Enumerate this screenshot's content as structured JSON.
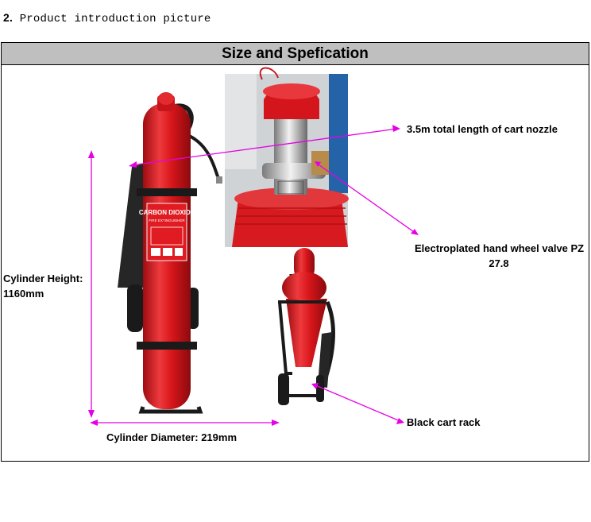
{
  "intro": {
    "number": "2.",
    "text": "Product introduction picture"
  },
  "section": {
    "title": "Size and Spefication"
  },
  "labels": {
    "nozzle": "3.5m total length of cart nozzle",
    "valve_line1": "Electroplated hand wheel valve PZ",
    "valve_line2": "27.8",
    "height_line1": "Cylinder Height:",
    "height_line2": "1160mm",
    "diameter": "Cylinder Diameter: 219mm",
    "cart": "Black cart rack"
  },
  "product_label": {
    "line1": "CARBON DIOXIDE",
    "line2": "FIRE EXTINGUISHER"
  },
  "colors": {
    "annotation": "#e600e6",
    "extinguisher": "#d8161b",
    "header_bg": "#bfbfbf"
  }
}
